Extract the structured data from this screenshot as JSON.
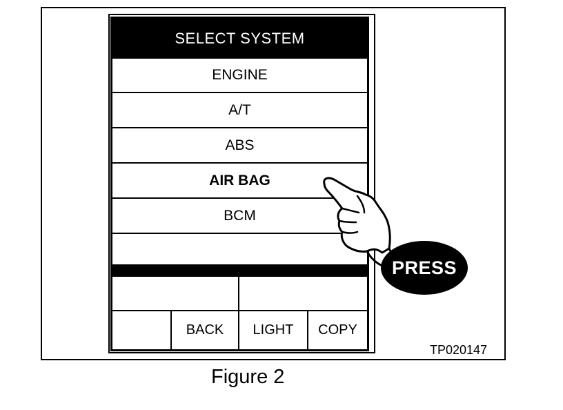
{
  "screen": {
    "title": "SELECT SYSTEM",
    "menu_items": [
      {
        "label": "ENGINE",
        "selected": false
      },
      {
        "label": "A/T",
        "selected": false
      },
      {
        "label": "ABS",
        "selected": false
      },
      {
        "label": "AIR BAG",
        "selected": true
      },
      {
        "label": "BCM",
        "selected": false
      }
    ],
    "buttons": {
      "back": "BACK",
      "light": "LIGHT",
      "copy": "COPY"
    }
  },
  "callout": {
    "label": "PRESS"
  },
  "figure": {
    "code": "TP020147",
    "caption": "Figure 2"
  },
  "icons": {
    "pointer": "pointing-hand-icon"
  }
}
